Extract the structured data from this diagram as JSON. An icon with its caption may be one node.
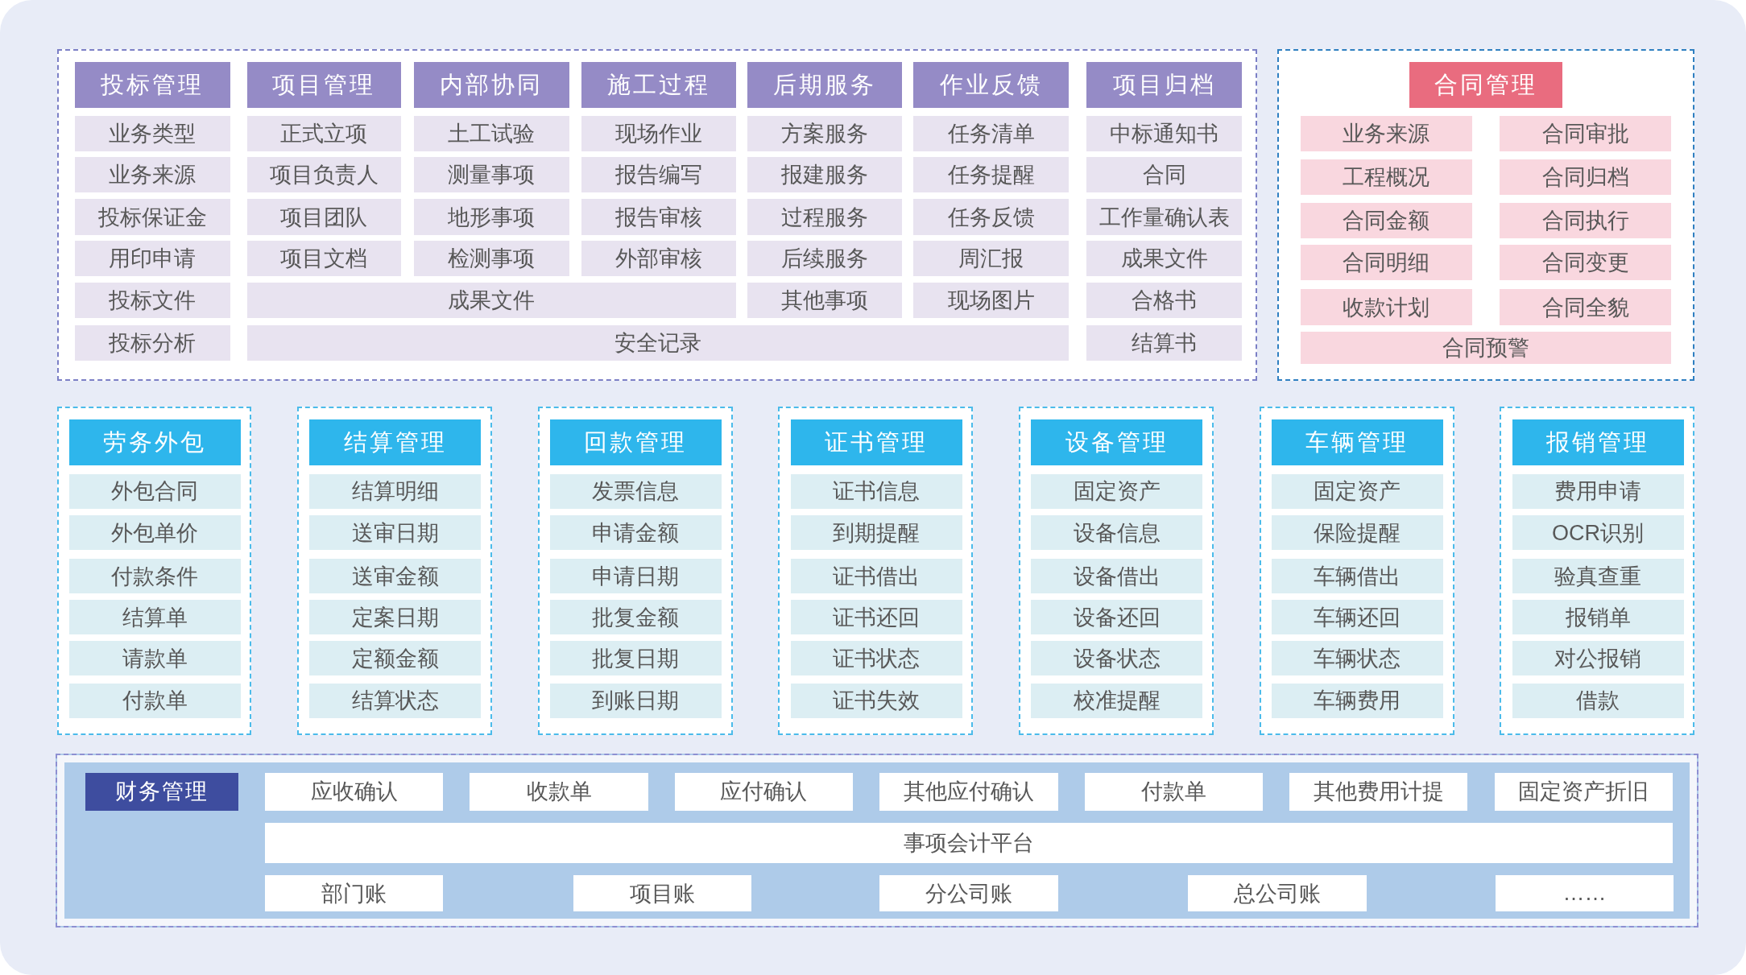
{
  "diagram": {
    "nodes": [
      {
        "text": [],
        "shape": "box"
      },
      {
        "text": [
          "投标管理"
        ],
        "in": 0
      },
      {
        "text": [
          "业务类型"
        ],
        "in": 0
      },
      {
        "text": [
          "业务来源"
        ],
        "in": 0
      },
      {
        "text": [
          "投标保证金"
        ],
        "in": 0
      },
      {
        "text": [
          "用印申请"
        ],
        "in": 0
      },
      {
        "text": [
          "投标文件"
        ],
        "in": 0
      },
      {
        "text": [
          "投标分析"
        ],
        "in": 0
      },
      {
        "text": [
          "项目管理"
        ],
        "in": 0
      },
      {
        "text": [
          "正式立项"
        ],
        "in": 0
      },
      {
        "text": [
          "项目负责人"
        ],
        "in": 0
      },
      {
        "text": [
          "项目团队"
        ],
        "in": 0
      },
      {
        "text": [
          "项目文档"
        ],
        "in": 0
      },
      {
        "text": [
          "内部协同"
        ],
        "in": 0
      },
      {
        "text": [
          "土工试验"
        ],
        "in": 0
      },
      {
        "text": [
          "测量事项"
        ],
        "in": 0
      },
      {
        "text": [
          "地形事项"
        ],
        "in": 0
      },
      {
        "text": [
          "检测事项"
        ],
        "in": 0
      },
      {
        "text": [
          "施工过程"
        ],
        "in": 0
      },
      {
        "text": [
          "现场作业"
        ],
        "in": 0
      },
      {
        "text": [
          "报告编写"
        ],
        "in": 0
      },
      {
        "text": [
          "报告审核"
        ],
        "in": 0
      },
      {
        "text": [
          "外部审核"
        ],
        "in": 0
      },
      {
        "text": [
          "成果文件"
        ],
        "in": 0
      },
      {
        "text": [
          "后期服务"
        ],
        "in": 0
      },
      {
        "text": [
          "方案服务"
        ],
        "in": 0
      },
      {
        "text": [
          "报建服务"
        ],
        "in": 0
      },
      {
        "text": [
          "过程服务"
        ],
        "in": 0
      },
      {
        "text": [
          "后续服务"
        ],
        "in": 0
      },
      {
        "text": [
          "其他事项"
        ],
        "in": 0
      },
      {
        "text": [
          "作业反馈"
        ],
        "in": 0
      },
      {
        "text": [
          "任务清单"
        ],
        "in": 0
      },
      {
        "text": [
          "任务提醒"
        ],
        "in": 0
      },
      {
        "text": [
          "任务反馈"
        ],
        "in": 0
      },
      {
        "text": [
          "周汇报"
        ],
        "in": 0
      },
      {
        "text": [
          "现场图片"
        ],
        "in": 0
      },
      {
        "text": [
          "安全记录"
        ],
        "in": 0
      },
      {
        "text": [
          "项目归档"
        ],
        "in": 0
      },
      {
        "text": [
          "中标通知书"
        ],
        "in": 0
      },
      {
        "text": [
          "合同"
        ],
        "in": 0
      },
      {
        "text": [
          "工作量确认表"
        ],
        "in": 0
      },
      {
        "text": [
          "成果文件"
        ],
        "in": 0
      },
      {
        "text": [
          "合格书"
        ],
        "in": 0
      },
      {
        "text": [
          "结算书"
        ],
        "in": 0
      },
      {
        "text": [],
        "shape": "box"
      },
      {
        "text": [
          "合同管理"
        ],
        "in": 44
      },
      {
        "text": [
          "业务来源"
        ],
        "in": 44
      },
      {
        "text": [
          "合同审批"
        ],
        "in": 44
      },
      {
        "text": [
          "工程概况"
        ],
        "in": 44
      },
      {
        "text": [
          "合同归档"
        ],
        "in": 44
      },
      {
        "text": [
          "合同金额"
        ],
        "in": 44
      },
      {
        "text": [
          "合同执行"
        ],
        "in": 44
      },
      {
        "text": [
          "合同明细"
        ],
        "in": 44
      },
      {
        "text": [
          "合同变更"
        ],
        "in": 44
      },
      {
        "text": [
          "收款计划"
        ],
        "in": 44
      },
      {
        "text": [
          "合同全貌"
        ],
        "in": 44
      },
      {
        "text": [
          "合同预警"
        ],
        "in": 44
      },
      {
        "text": [],
        "shape": "box"
      },
      {
        "text": [
          "劳务外包"
        ],
        "in": 57
      },
      {
        "text": [
          "外包合同"
        ],
        "in": 57
      },
      {
        "text": [
          "外包单价"
        ],
        "in": 57
      },
      {
        "text": [
          "付款条件"
        ],
        "in": 57
      },
      {
        "text": [
          "结算单"
        ],
        "in": 57
      },
      {
        "text": [
          "请款单"
        ],
        "in": 57
      },
      {
        "text": [
          "付款单"
        ],
        "in": 57
      },
      {
        "text": [],
        "shape": "box"
      },
      {
        "text": [
          "结算管理"
        ],
        "in": 65
      },
      {
        "text": [
          "结算明细"
        ],
        "in": 65
      },
      {
        "text": [
          "送审日期"
        ],
        "in": 65
      },
      {
        "text": [
          "送审金额"
        ],
        "in": 65
      },
      {
        "text": [
          "定案日期"
        ],
        "in": 65
      },
      {
        "text": [
          "定额金额"
        ],
        "in": 65
      },
      {
        "text": [
          "结算状态"
        ],
        "in": 65
      },
      {
        "text": [],
        "shape": "box"
      },
      {
        "text": [
          "回款管理"
        ],
        "in": 73
      },
      {
        "text": [
          "发票信息"
        ],
        "in": 73
      },
      {
        "text": [
          "申请金额"
        ],
        "in": 73
      },
      {
        "text": [
          "申请日期"
        ],
        "in": 73
      },
      {
        "text": [
          "批复金额"
        ],
        "in": 73
      },
      {
        "text": [
          "批复日期"
        ],
        "in": 73
      },
      {
        "text": [
          "到账日期"
        ],
        "in": 73
      },
      {
        "text": [],
        "shape": "box"
      },
      {
        "text": [
          "证书管理"
        ],
        "in": 81
      },
      {
        "text": [
          "证书信息"
        ],
        "in": 81
      },
      {
        "text": [
          "到期提醒"
        ],
        "in": 81
      },
      {
        "text": [
          "证书借出"
        ],
        "in": 81
      },
      {
        "text": [
          "证书还回"
        ],
        "in": 81
      },
      {
        "text": [
          "证书状态"
        ],
        "in": 81
      },
      {
        "text": [
          "证书失效"
        ],
        "in": 81
      },
      {
        "text": [],
        "shape": "box"
      },
      {
        "text": [
          "设备管理"
        ],
        "in": 89
      },
      {
        "text": [
          "固定资产"
        ],
        "in": 89
      },
      {
        "text": [
          "设备信息"
        ],
        "in": 89
      },
      {
        "text": [
          "设备借出"
        ],
        "in": 89
      },
      {
        "text": [
          "设备还回"
        ],
        "in": 89
      },
      {
        "text": [
          "设备状态"
        ],
        "in": 89
      },
      {
        "text": [
          "校准提醒"
        ],
        "in": 89
      },
      {
        "text": [],
        "shape": "box"
      },
      {
        "text": [
          "车辆管理"
        ],
        "in": 97
      },
      {
        "text": [
          "固定资产"
        ],
        "in": 97
      },
      {
        "text": [
          "保险提醒"
        ],
        "in": 97
      },
      {
        "text": [
          "车辆借出"
        ],
        "in": 97
      },
      {
        "text": [
          "车辆还回"
        ],
        "in": 97
      },
      {
        "text": [
          "车辆状态"
        ],
        "in": 97
      },
      {
        "text": [
          "车辆费用"
        ],
        "in": 97
      },
      {
        "text": [],
        "shape": "box"
      },
      {
        "text": [
          "报销管理"
        ],
        "in": 105
      },
      {
        "text": [
          "费用申请"
        ],
        "in": 105
      },
      {
        "text": [
          "OCR识别"
        ],
        "in": 105
      },
      {
        "text": [
          "验真查重"
        ],
        "in": 105
      },
      {
        "text": [
          "报销单"
        ],
        "in": 105
      },
      {
        "text": [
          "对公报销"
        ],
        "in": 105
      },
      {
        "text": [
          "借款"
        ],
        "in": 105
      },
      {
        "text": [],
        "shape": "box"
      },
      {
        "text": [
          "财务管理"
        ],
        "in": 113
      },
      {
        "text": [
          "应收确认"
        ],
        "in": 113
      },
      {
        "text": [
          "收款单"
        ],
        "in": 113
      },
      {
        "text": [
          "应付确认"
        ],
        "in": 113
      },
      {
        "text": [
          "其他应付确认"
        ],
        "in": 113
      },
      {
        "text": [
          "付款单"
        ],
        "in": 113
      },
      {
        "text": [
          "其他费用计提"
        ],
        "in": 113
      },
      {
        "text": [
          "固定资产折旧"
        ],
        "in": 113
      },
      {
        "text": [
          "事项会计平台"
        ],
        "in": 113
      },
      {
        "text": [
          "部门账"
        ],
        "in": 113
      },
      {
        "text": [
          "项目账"
        ],
        "in": 113
      },
      {
        "text": [
          "分公司账"
        ],
        "in": 113
      },
      {
        "text": [
          "总公司账"
        ],
        "in": 113
      },
      {
        "text": [
          "……"
        ],
        "in": 113
      }
    ]
  }
}
